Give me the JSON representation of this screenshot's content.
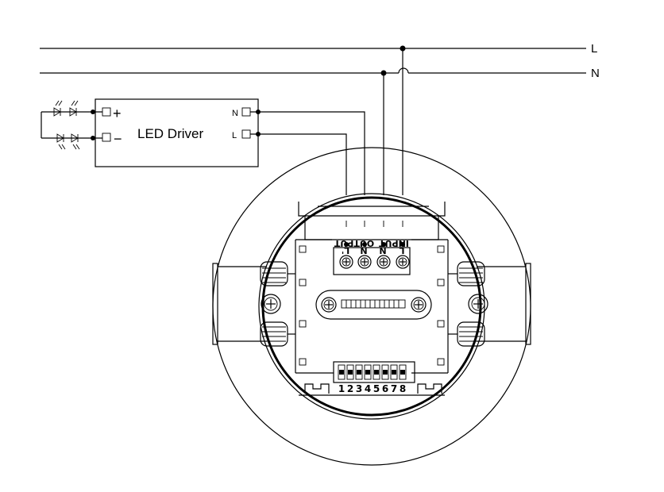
{
  "diagram": {
    "mains": {
      "line_label": "L",
      "neutral_label": "N"
    },
    "led_driver": {
      "title": "LED Driver",
      "output_plus": "+",
      "output_minus": "−",
      "input_n": "N",
      "input_l": "L"
    },
    "sensor": {
      "terminal_labels": [
        "L'",
        "N",
        "N",
        "L"
      ],
      "group_output": "OUTPUT",
      "group_input": "INPUT",
      "dip_numbers": [
        "1",
        "2",
        "3",
        "4",
        "5",
        "6",
        "7",
        "8"
      ]
    }
  }
}
